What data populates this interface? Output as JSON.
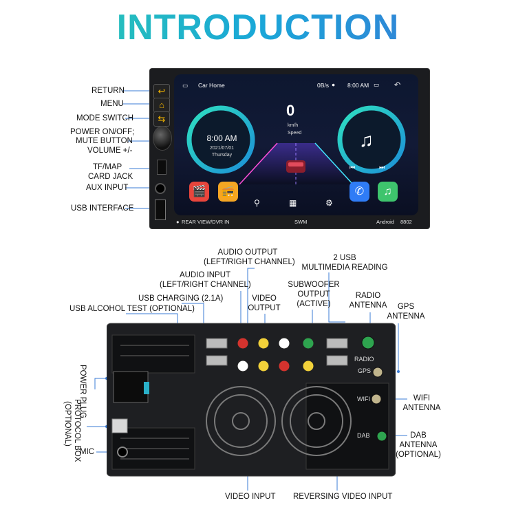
{
  "header": {
    "title": "INTRODUCTION"
  },
  "front_labels": {
    "return": "RETURN",
    "menu": "MENU",
    "mode_switch": "MODE SWITCH",
    "power_line1": "POWER ON/OFF;",
    "power_line2": "MUTE BUTTON",
    "power_line3": "VOLUME +/-",
    "tf_line1": "TF/MAP",
    "tf_line2": "CARD JACK",
    "aux_input": "AUX INPUT",
    "usb_interface": "USB INTERFACE"
  },
  "screen": {
    "app_title": "Car Home",
    "net_speed": "0B/s",
    "time_status": "8:00 AM",
    "speed_value": "0",
    "speed_unit": "km/h",
    "speed_label": "Speed",
    "clock_time": "8:00 AM",
    "clock_date": "2021/07/01",
    "clock_day": "Thursday"
  },
  "unit_bottom": {
    "rear_view": "REAR VIEW/DVR IN",
    "brand": "SWM",
    "os": "Android",
    "model": "8802"
  },
  "rear_labels": {
    "audio_output_1": "AUDIO OUTPUT",
    "audio_output_2": "(LEFT/RIGHT CHANNEL)",
    "audio_input_1": "AUDIO INPUT",
    "audio_input_2": "(LEFT/RIGHT CHANNEL)",
    "usb_charging": "USB CHARGING (2.1A)",
    "usb_alcohol": "USB ALCOHOL TEST (OPTIONAL)",
    "video_output_1": "VIDEO",
    "video_output_2": "OUTPUT",
    "subwoofer_1": "SUBWOOFER",
    "subwoofer_2": "OUTPUT",
    "subwoofer_3": "(ACTIVE)",
    "usb2_1": "2 USB",
    "usb2_2": "MULTIMEDIA READING",
    "radio_antenna_1": "RADIO",
    "radio_antenna_2": "ANTENNA",
    "gps_antenna_1": "GPS",
    "gps_antenna_2": "ANTENNA",
    "wifi_antenna_1": "WIFI",
    "wifi_antenna_2": "ANTENNA",
    "dab_antenna_1": "DAB",
    "dab_antenna_2": "ANTENNA",
    "dab_antenna_3": "(OPTIONAL)",
    "power_plug": "POWER PLUG",
    "protocol_box_1": "PROTOCOL BOX",
    "protocol_box_2": "(OPTIONAL)",
    "mic": "MIC",
    "video_input": "VIDEO INPUT",
    "reversing_video_input": "REVERSING VIDEO INPUT"
  },
  "rear_panel_marks": {
    "radio": "RADIO",
    "gps": "GPS",
    "wifi": "WIFI",
    "dab": "DAB"
  },
  "colors": {
    "title_gradient_start": "#2fd0a8",
    "title_gradient_end": "#3f6fd6",
    "callout_line": "#3a7bd5",
    "button_icon": "#f2b400"
  }
}
